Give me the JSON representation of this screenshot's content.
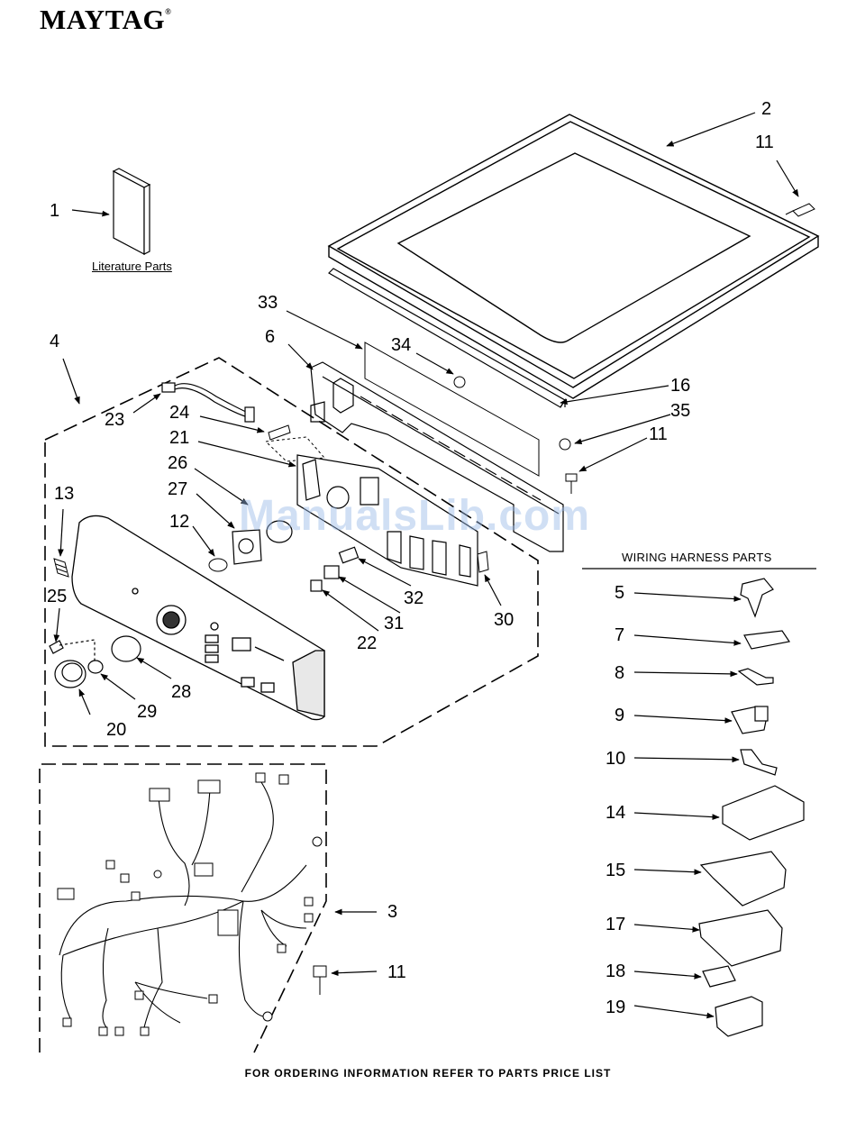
{
  "brand": "MAYTAG",
  "brand_mark": "®",
  "watermark": "ManualsLib.com",
  "literature_label": "Literature Parts",
  "wiring_title": "WIRING HARNESS PARTS",
  "footer": "FOR ORDERING INFORMATION REFER TO PARTS PRICE LIST",
  "callouts": {
    "c1": "1",
    "c2": "2",
    "c3": "3",
    "c4": "4",
    "c5": "5",
    "c6": "6",
    "c7": "7",
    "c8": "8",
    "c9": "9",
    "c10": "10",
    "c11a": "11",
    "c11b": "11",
    "c11c": "11",
    "c12": "12",
    "c13": "13",
    "c14": "14",
    "c15": "15",
    "c16": "16",
    "c17": "17",
    "c18": "18",
    "c19": "19",
    "c20": "20",
    "c21": "21",
    "c22": "22",
    "c23": "23",
    "c24": "24",
    "c25": "25",
    "c26": "26",
    "c27": "27",
    "c28": "28",
    "c29": "29",
    "c30": "30",
    "c31": "31",
    "c32": "32",
    "c33": "33",
    "c34": "34",
    "c35": "35"
  }
}
